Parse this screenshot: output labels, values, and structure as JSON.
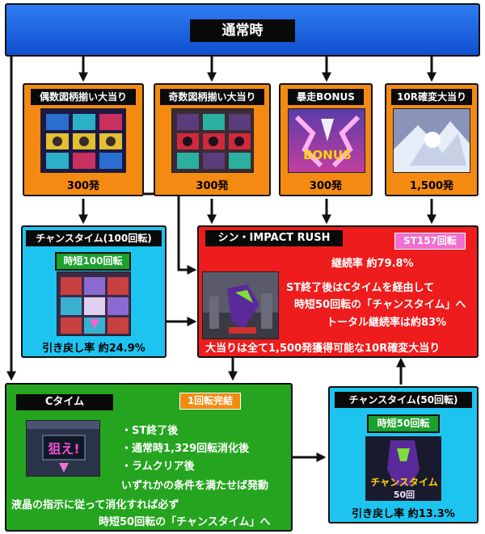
{
  "top": {
    "title": "通常時"
  },
  "hits": [
    {
      "label": "偶数図柄揃い大当り",
      "count": "300発"
    },
    {
      "label": "奇数図柄揃い大当り",
      "count": "300発"
    },
    {
      "label": "暴走BONUS",
      "count": "300発",
      "image_text": "BONUS"
    },
    {
      "label": "10R確変大当り",
      "count": "1,500発"
    }
  ],
  "chance100": {
    "title": "チャンスタイム(100回転)",
    "badge": "時短100回転",
    "rate": "引き戻し率 約24.9%"
  },
  "rush": {
    "title": "シン・IMPACT RUSH",
    "badge": "ST157回転",
    "continuation": "継続率 約79.8%",
    "line1": "ST終了後はCタイムを経由して",
    "line2": "時短50回転の「チャンスタイム」へ",
    "line3": "トータル継続率は約83%",
    "line4": "大当りは全て1,500発獲得可能な10R確変大当り"
  },
  "ctime": {
    "title": "Cタイム",
    "badge": "1回転完結",
    "screen_text": "狙え!",
    "conditions": [
      "・ST終了後",
      "・通常時1,329回転消化後",
      "・ラムクリア後"
    ],
    "trigger": "いずれかの条件を満たせば発動",
    "note1": "液晶の指示に従って消化すれば必ず",
    "note2": "時短50回転の「チャンスタイム」へ"
  },
  "chance50": {
    "title": "チャンスタイム(50回転)",
    "badge": "時短50回転",
    "image_text": "チャンスタイム",
    "image_sub": "50回",
    "rate": "引き戻し率 約13.3%"
  },
  "colors": {
    "blue": "#1566e6",
    "orange": "#f58a12",
    "cyan": "#1ec4f0",
    "red": "#ee1c1c",
    "green": "#25a51f",
    "badge_green": "#1ca12e",
    "pink": "#f06fd0"
  }
}
